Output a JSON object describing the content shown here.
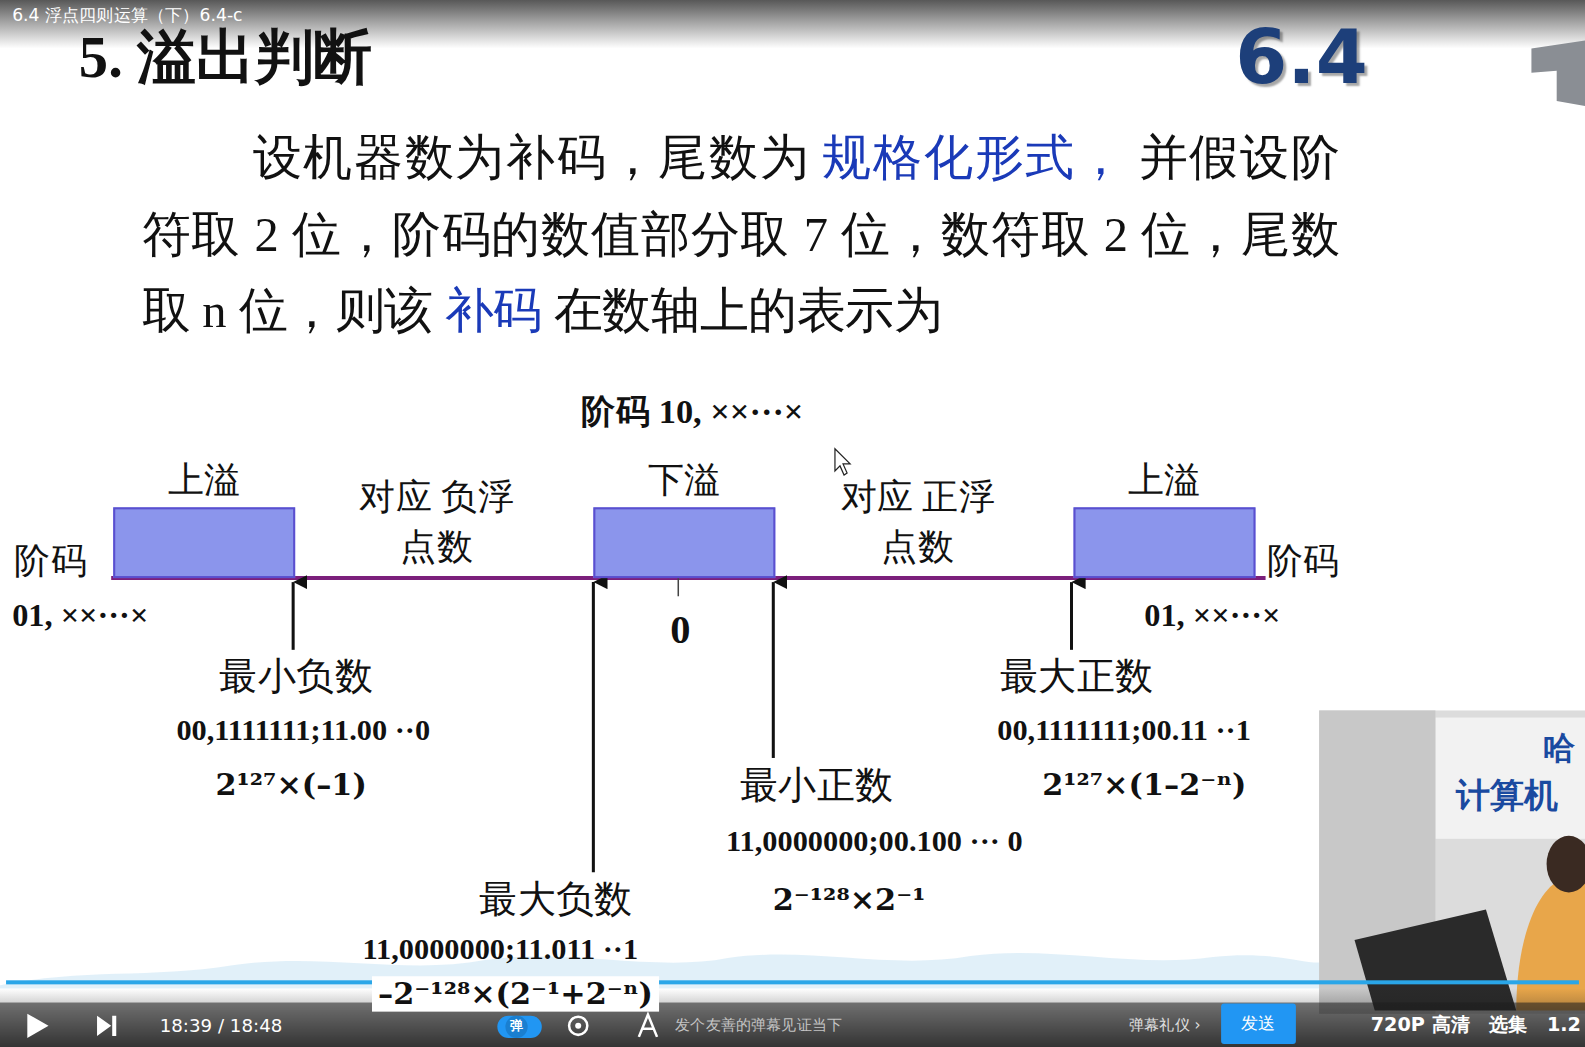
{
  "diagram": {
    "title": "5. 溢出判断",
    "nodes": [
      {
        "text": [
          "上溢"
        ]
      },
      {
        "text": [
          "下溢"
        ]
      },
      {
        "text": [
          "上溢"
        ]
      }
    ],
    "labels": [
      "6.4 浮点四则运算（下）6.4-c",
      "6.4",
      "设机器数为补码，尾数为",
      "规格化形式，",
      "并假设阶符取 2 位，阶码的数值部分取 7 位，数符取 2 位，尾数取 n 位，则该",
      "补码",
      "在数轴上的表示为",
      "阶码 10, ××···×",
      "对应 负浮点数",
      "对应 正浮点数",
      "阶码",
      "01, ××···×",
      "0",
      "阶码",
      "01, ××···×",
      "最小负数",
      "00,1111111;11.00 ··0",
      "2¹²⁷×(–1)",
      "最大负数",
      "11,0000000;11.011 ··1",
      "–2⁻¹²⁸×(2⁻¹+2⁻ⁿ)",
      "最小正数",
      "11,0000000;00.100 ··· 0",
      "2⁻¹²⁸×2⁻¹",
      "最大正数",
      "00,1111111;00.11 ··1",
      "2¹²⁷×(1–2⁻ⁿ)",
      "哈",
      "计算机",
      "18:39 / 18:48",
      "弹",
      "发个友善的弹幕见证当下",
      "弹幕礼仪 ›",
      "发送",
      "720P 高清",
      "选集",
      "1.2"
    ]
  }
}
